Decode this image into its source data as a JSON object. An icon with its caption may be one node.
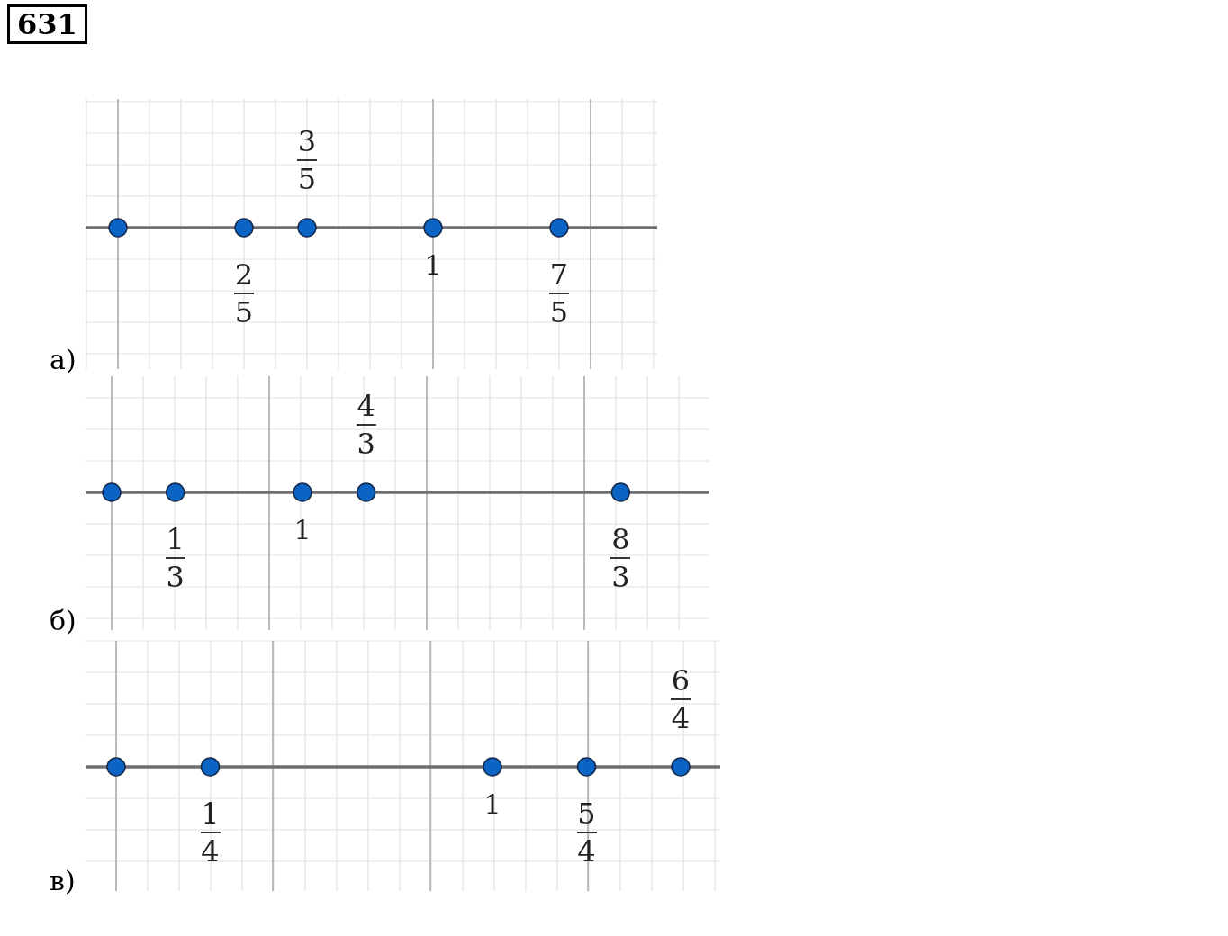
{
  "diagram": {
    "nodes": [
      {
        "text": [],
        "shape": "circle"
      },
      {
        "text": [],
        "shape": "circle",
        "beside": [
          "2",
          "5"
        ]
      },
      {
        "text": [],
        "shape": "circle",
        "beside": [
          "3",
          "5"
        ]
      },
      {
        "text": [],
        "shape": "circle",
        "beside": [
          "1"
        ]
      },
      {
        "text": [],
        "shape": "circle",
        "beside": [
          "7",
          "5"
        ]
      },
      {
        "text": [],
        "shape": "circle"
      },
      {
        "text": [],
        "shape": "circle",
        "beside": [
          "1",
          "3"
        ]
      },
      {
        "text": [],
        "shape": "circle",
        "beside": [
          "1"
        ]
      },
      {
        "text": [],
        "shape": "circle",
        "beside": [
          "4",
          "3"
        ]
      },
      {
        "text": [],
        "shape": "circle",
        "beside": [
          "8",
          "3"
        ]
      },
      {
        "text": [],
        "shape": "circle"
      },
      {
        "text": [],
        "shape": "circle",
        "beside": [
          "1",
          "4"
        ]
      },
      {
        "text": [],
        "shape": "circle",
        "beside": [
          "1"
        ]
      },
      {
        "text": [],
        "shape": "circle",
        "beside": [
          "5",
          "4"
        ]
      },
      {
        "text": [],
        "shape": "circle",
        "beside": [
          "6",
          "4"
        ]
      }
    ],
    "labels": [
      "631",
      "а)",
      "б)",
      "в)"
    ]
  }
}
